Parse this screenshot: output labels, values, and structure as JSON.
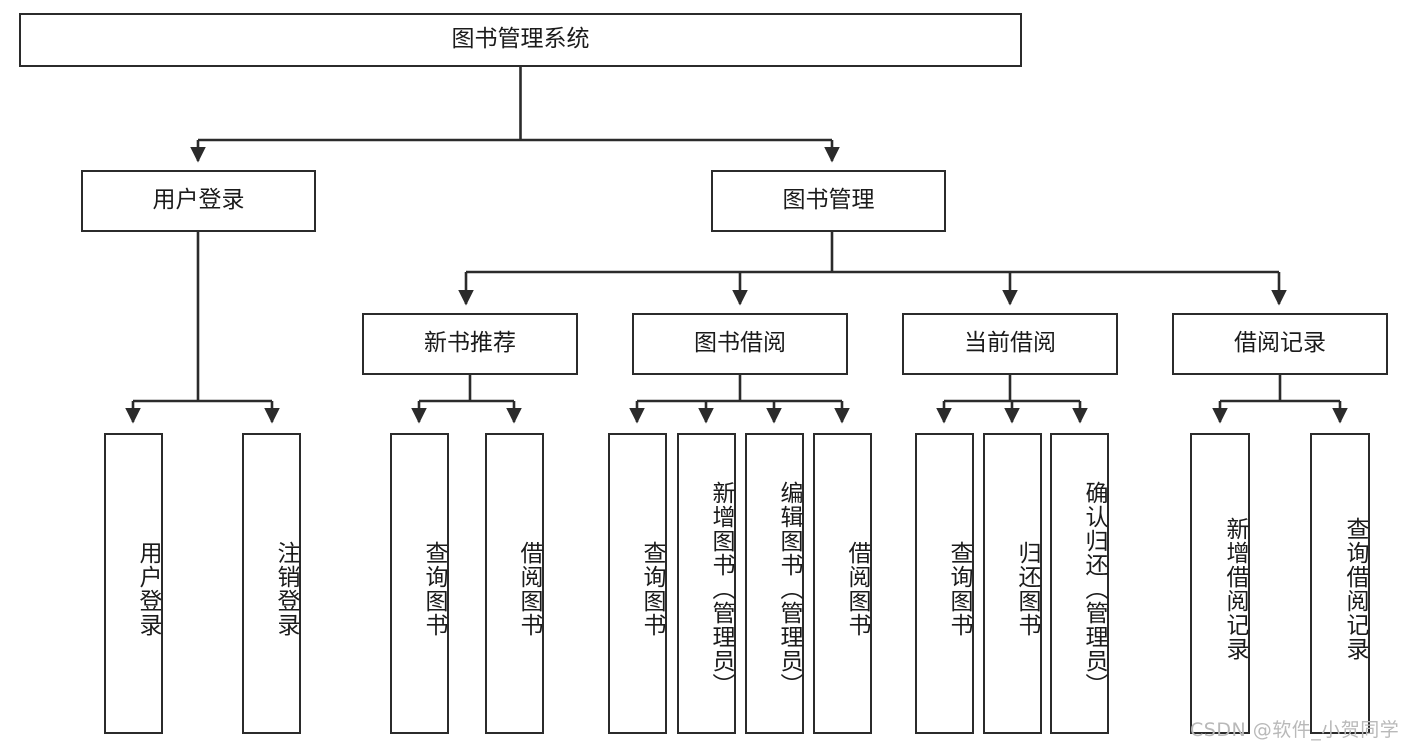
{
  "diagram": {
    "type": "hierarchy-tree",
    "title": "图书管理系统",
    "root": {
      "label": "图书管理系统"
    },
    "level2": [
      {
        "label": "用户登录"
      },
      {
        "label": "图书管理"
      }
    ],
    "level3": [
      {
        "label": "新书推荐"
      },
      {
        "label": "图书借阅"
      },
      {
        "label": "当前借阅"
      },
      {
        "label": "借阅记录"
      }
    ],
    "leaves": {
      "user_login": [
        {
          "label": "用户登录"
        },
        {
          "label": "注销登录"
        }
      ],
      "new_book_recommend": [
        {
          "label": "查询图书"
        },
        {
          "label": "借阅图书"
        }
      ],
      "book_borrow": [
        {
          "label": "查询图书"
        },
        {
          "label": "新增图书（管理员）"
        },
        {
          "label": "编辑图书（管理员）"
        },
        {
          "label": "借阅图书"
        }
      ],
      "current_borrow": [
        {
          "label": "查询图书"
        },
        {
          "label": "归还图书"
        },
        {
          "label": "确认归还（管理员）"
        }
      ],
      "borrow_record": [
        {
          "label": "新增借阅记录"
        },
        {
          "label": "查询借阅记录"
        }
      ]
    }
  },
  "watermark": {
    "text": "CSDN @软件_小贺同学"
  },
  "colors": {
    "border": "#2b2b2b",
    "text": "#1b1b1b",
    "background": "#ffffff",
    "watermark": "#b9b9b9"
  }
}
